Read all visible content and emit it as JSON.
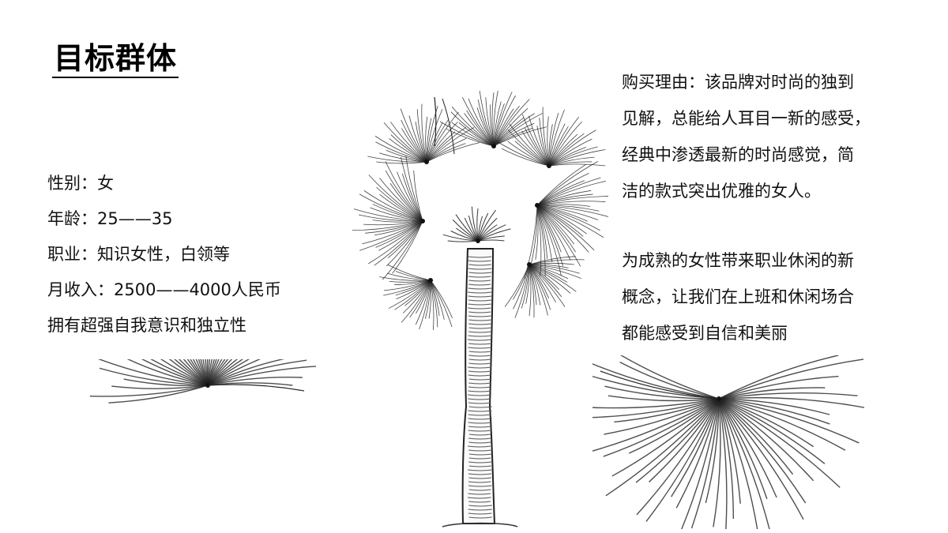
{
  "slide": {
    "title": "目标群体",
    "profile": [
      {
        "label": "性别：",
        "value": "女"
      },
      {
        "label": "年龄：",
        "value": "25——35"
      },
      {
        "label": "职业：",
        "value": "知识女性，白领等"
      },
      {
        "label": "月收入：",
        "value": "2500——4000人民币"
      },
      {
        "label": "",
        "value": "拥有超强自我意识和独立性"
      }
    ],
    "reason_paragraph": {
      "lines": [
        "购买理由：该品牌对时尚的独到",
        "见解，总能给人耳目一新的感受，",
        "经典中渗透最新的时尚感觉，简",
        "洁的款式突出优雅的女人。"
      ]
    },
    "concept_paragraph": {
      "lines": [
        "为成熟的女性带来职业休闲的新",
        "概念，让我们在上班和休闲场合",
        "都能感受到自信和美丽"
      ]
    },
    "illustrations": {
      "center": "palm-tree-illustration",
      "left": "fan-leaf-illustration",
      "right": "fan-leaf-illustration"
    },
    "colors": {
      "text": "#111111",
      "background": "#ffffff",
      "ink": "#1a1a1a"
    }
  }
}
